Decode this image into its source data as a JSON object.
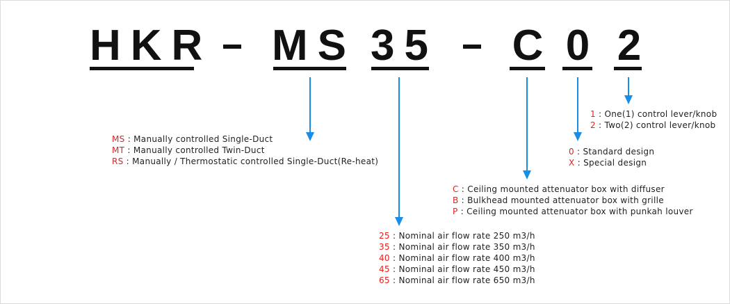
{
  "code_segments": {
    "prefix": "HKR",
    "dash1": "-",
    "type": "MS",
    "size": "35",
    "dash2": "-",
    "mount": "C",
    "design": "0",
    "control": "2"
  },
  "colors": {
    "text": "#111111",
    "code": "#e41f1f",
    "arrow": "#1a8ee6"
  },
  "legends": {
    "type": [
      {
        "code": "MS",
        "desc": " : Manually controlled Single-Duct"
      },
      {
        "code": "MT",
        "desc": " : Manually controlled Twin-Duct"
      },
      {
        "code": "RS",
        "desc": " : Manually / Thermostatic controlled Single-Duct(Re-heat)"
      }
    ],
    "size": [
      {
        "code": "25",
        "desc": " : Nominal air flow rate 250 m3/h"
      },
      {
        "code": "35",
        "desc": " : Nominal air flow rate 350 m3/h"
      },
      {
        "code": "40",
        "desc": " : Nominal air flow rate 400 m3/h"
      },
      {
        "code": "45",
        "desc": " : Nominal air flow rate 450 m3/h"
      },
      {
        "code": "65",
        "desc": " : Nominal air flow rate 650 m3/h"
      }
    ],
    "mount": [
      {
        "code": "C",
        "desc": " : Ceiling mounted attenuator box with diffuser"
      },
      {
        "code": "B",
        "desc": " : Bulkhead mounted attenuator box with grille"
      },
      {
        "code": "P",
        "desc": " : Ceiling mounted attenuator box with punkah louver"
      }
    ],
    "design": [
      {
        "code": "0",
        "desc": " : Standard design"
      },
      {
        "code": "X",
        "desc": " : Special design"
      }
    ],
    "control": [
      {
        "code": "1",
        "desc": " : One(1) control lever/knob"
      },
      {
        "code": "2",
        "desc": " : Two(2) control lever/knob"
      }
    ]
  }
}
